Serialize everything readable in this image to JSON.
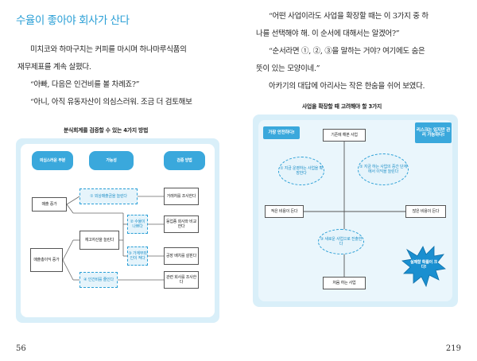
{
  "left_page": {
    "title": "수율이 좋아야 회사가 산다",
    "paragraphs": [
      "미치코와 하마구치는 커피를 마시며 하나마루식품의",
      "재무제표를 계속 살폈다.",
      "“아빠, 다음은 인건비를 볼 차례죠?”",
      "“아니, 아직 유동자산이 의심스러워. 조금 더 검토해보"
    ],
    "page_number": "56",
    "diagram": {
      "caption": "분식회계를 검증할 수 있는 4가지 방법",
      "headers": [
        "의심스러운 부분",
        "가능성",
        "검증 방법"
      ],
      "left_items": [
        "매출 증가",
        "매출총이익 증가"
      ],
      "middle_item": "재고자산을 늘린다",
      "possibilities": [
        "① 외상매출금을 늘린다",
        "② 수율이 나쁘다",
        "③ 가계부외인이 적다",
        "④ 인건비를 줄인다"
      ],
      "methods": [
        "거래처를 조사한다",
        "동업종 회사와 비교한다",
        "공장 배치를 살핀다",
        "관련 회사를 조사한다"
      ]
    }
  },
  "right_page": {
    "paragraphs": [
      "“어떤 사업이라도 사업을 확장할 때는 이 3가지 중 하",
      "나를 선택해야 해. 이 순서에 대해서는 알겠어?”",
      "“순서라면 ①, ②, ③을 말하는 거야? 여기에도 숨은",
      "뜻이 있는 모양이네.”",
      "아카기의 대답에 아리사는 작은 한숨을 쉬어 보였다."
    ],
    "page_number": "219",
    "diagram": {
      "caption": "사업을 확장할 때 고려해야 할 3가지",
      "safe_label": "가장 안전하다!",
      "risk_label": "리스크는 있지만 관리 가능하다!",
      "existing_business": "기존에 해본 사업",
      "small_cost": "적은 비용이 든다",
      "large_cost": "많은 비용이 든다",
      "new_business": "처음 하는 사업",
      "option1": "① 지금 운영하는 사업을 확장한다",
      "option2": "② 지금 하는 사업의 중간 단계에서 이익을 늘린다",
      "option3": "③ 새로운 사업으로 진출한다",
      "burst": "실패할 확률이 크다!"
    }
  },
  "colors": {
    "accent": "#2a9fd6",
    "header_fill": "#3aa8dc",
    "panel_bg": "#eaf6fc",
    "burst_fill": "#1a8fd0"
  }
}
